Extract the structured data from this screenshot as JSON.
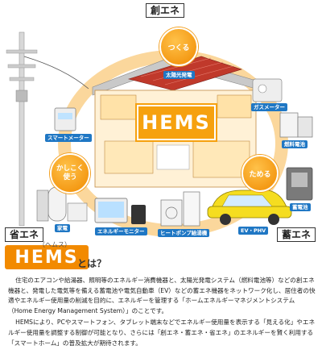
{
  "labels": {
    "so_ene": "創エネ",
    "sho_ene": "省エネ",
    "chiku_ene": "蓄エネ"
  },
  "bubbles": {
    "tsukuru": "つくる",
    "kashikoku": "かしこく使う",
    "tameru": "ためる"
  },
  "center": "HEMS",
  "devices": {
    "solar": "太陽光発電",
    "gas_meter": "ガスメーター",
    "fuel_cell": "燃料電池",
    "storage_battery": "蓄電池",
    "ev": "EV・PHV",
    "heat_pump": "ヒートポンプ給湯機",
    "energy_monitor": "エネルギーモニター",
    "appliance": "家電",
    "smart_meter": "スマートメーター"
  },
  "heading": {
    "logo": "HEMS",
    "reading": "（ヘムス）",
    "question": "とは？"
  },
  "paragraphs": [
    "住宅のエアコンや給湯器、照明等のエネルギー消費機器と、太陽光発電システム（燃料電池等）などの創エネ機器と、発電した電気等を備える蓄電池や電気自動車（EV）などの蓄エネ機器をネットワーク化し、居住者の快適やエネルギー使用量の削減を目的に、エネルギーを管理する「ホームエネルギーマネジメントシステム（Home Energy Management System）」のことです。",
    "HEMSにより、PCやスマートフォン、タブレット端末などでエネルギー使用量を表示する「見える化」やエネルギー使用量を調整する制御が可能となり、さらには「創エネ・蓄エネ・省エネ」のエネルギーを賢く利用する「スマートホーム」の普及拡大が期待されます。"
  ],
  "colors": {
    "accent": "#f28a00",
    "tag": "#1f77c4"
  }
}
